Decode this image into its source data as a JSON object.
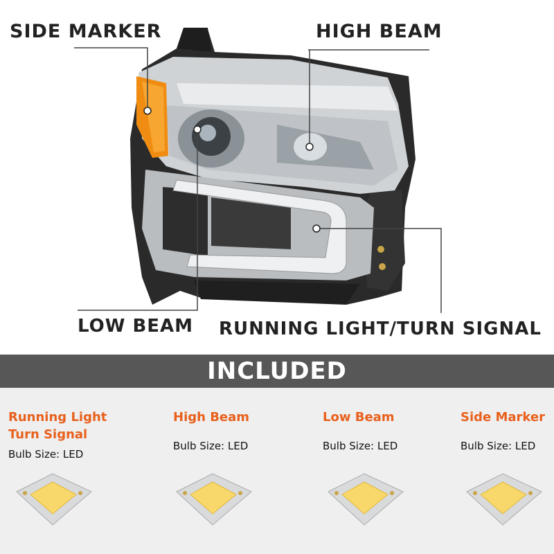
{
  "callouts": {
    "side_marker": "SIDE MARKER",
    "high_beam": "HIGH BEAM",
    "low_beam": "LOW BEAM",
    "running_light": "RUNNING LIGHT/TURN SIGNAL"
  },
  "included": {
    "title": "INCLUDED",
    "items": [
      {
        "name_line1": "Running Light",
        "name_line2": "Turn Signal",
        "bulb": "Bulb Size: LED"
      },
      {
        "name_line1": "High Beam",
        "name_line2": "",
        "bulb": "Bulb Size: LED"
      },
      {
        "name_line1": "Low Beam",
        "name_line2": "",
        "bulb": "Bulb Size: LED"
      },
      {
        "name_line1": "Side Marker",
        "name_line2": "",
        "bulb": "Bulb Size: LED"
      }
    ]
  },
  "colors": {
    "accent_orange": "#e8601c",
    "band_gray": "#575757",
    "panel_gray": "#efefef",
    "chip_yellow": "#f8d86a"
  }
}
